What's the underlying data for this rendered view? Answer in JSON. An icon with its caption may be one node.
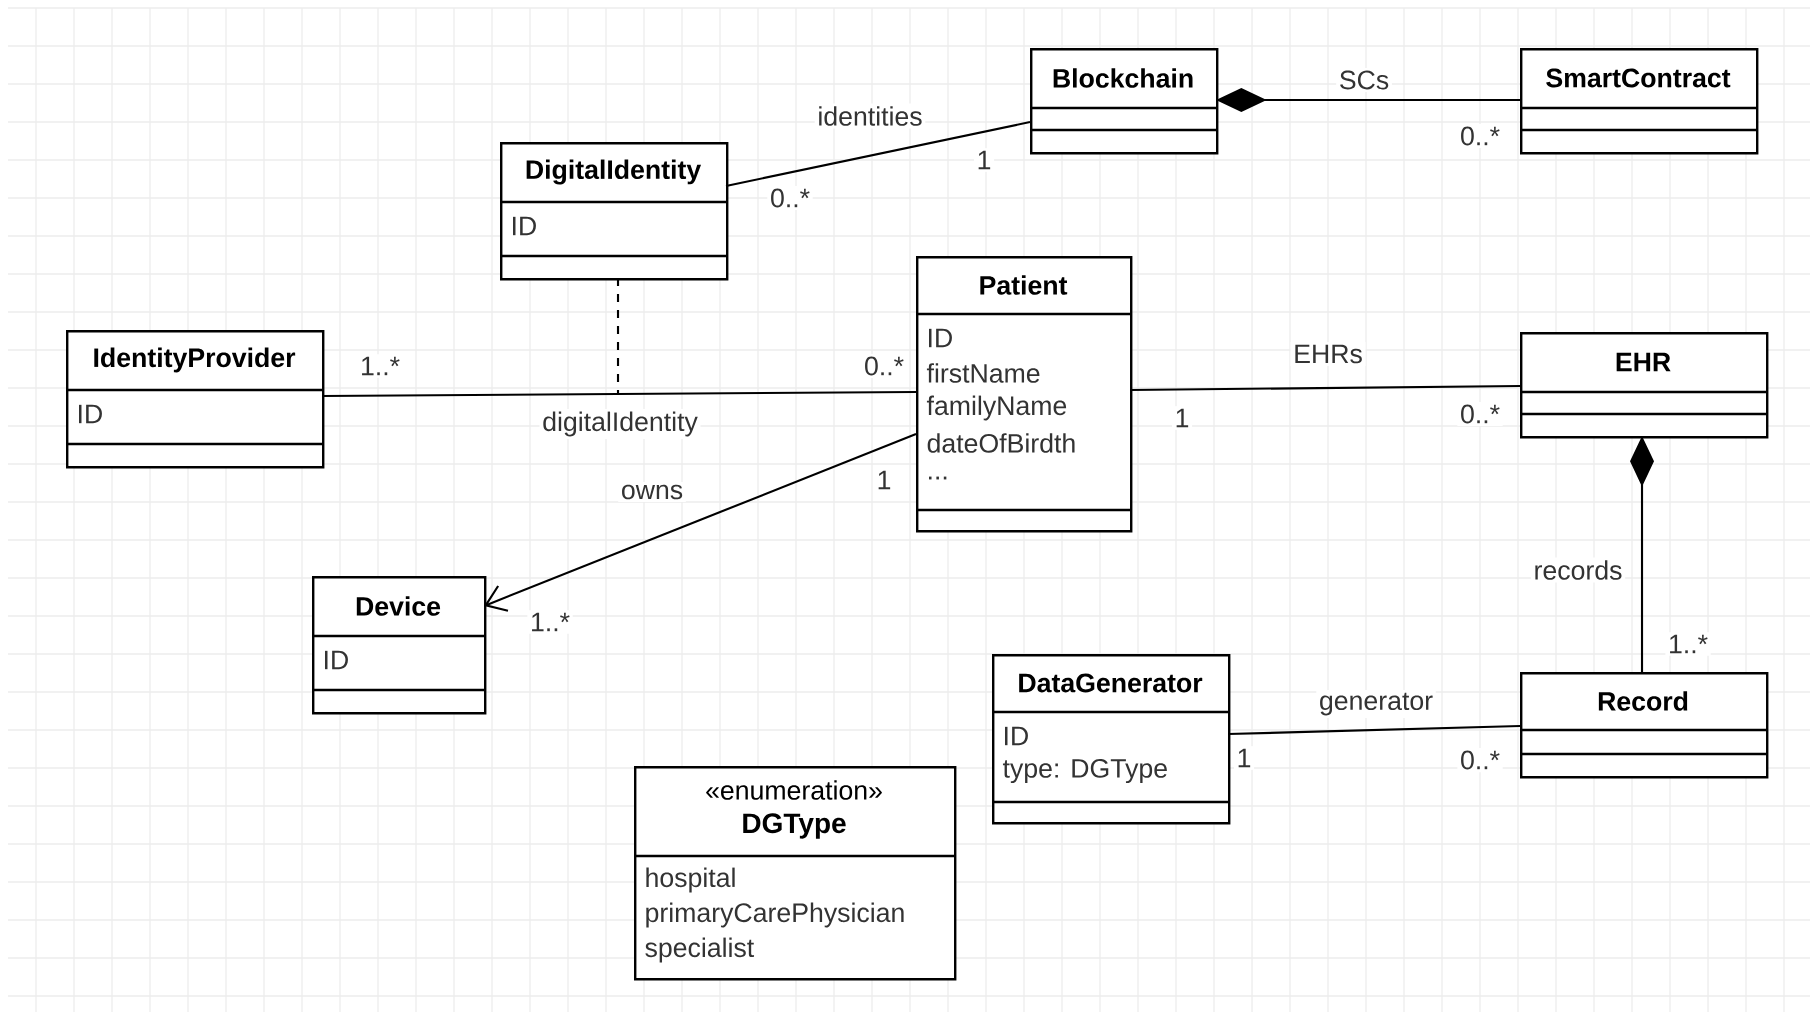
{
  "diagram": {
    "nodes": [
      {
        "text": [
          "Blockchain"
        ]
      },
      {
        "text": [
          "SmartContract"
        ]
      },
      {
        "text": [
          "DigitalIdentity",
          "ID"
        ]
      },
      {
        "text": [
          "Patient",
          "ID",
          "firstName",
          "familyName",
          "dateOfBirdth",
          "..."
        ]
      },
      {
        "text": [
          "IdentityProvider",
          "ID"
        ]
      },
      {
        "text": [
          "EHR"
        ]
      },
      {
        "text": [
          "Device",
          "ID"
        ]
      },
      {
        "text": [
          "DataGenerator",
          "ID",
          "type: DGType"
        ]
      },
      {
        "text": [
          "Record"
        ]
      },
      {
        "text": [
          "«enumeration»",
          "DGType",
          "hospital",
          "primaryCarePhysician",
          "specialist"
        ]
      }
    ],
    "edges": [
      {
        "from": 2,
        "to": 0,
        "arrow": "none",
        "label": "identities"
      },
      {
        "from": 0,
        "to": 1,
        "arrow": "other",
        "label": "SCs"
      },
      {
        "from": 4,
        "to": 3,
        "arrow": "none",
        "label": "digitalIdentity"
      },
      {
        "from": 2,
        "to": null,
        "arrow": "none",
        "style": "dashed"
      },
      {
        "from": 3,
        "to": 6,
        "arrow": "to",
        "label": "owns"
      },
      {
        "from": 3,
        "to": 5,
        "arrow": "none",
        "label": "EHRs"
      },
      {
        "from": 5,
        "to": 8,
        "arrow": "other",
        "label": "records"
      },
      {
        "from": 7,
        "to": 8,
        "arrow": "none",
        "label": "generator"
      }
    ],
    "labels": [
      "0..*",
      "1",
      "0..*",
      "1..*",
      "0..*",
      "0..*",
      "1",
      "1",
      "1..*",
      "1..*",
      "1",
      "0..*"
    ]
  }
}
